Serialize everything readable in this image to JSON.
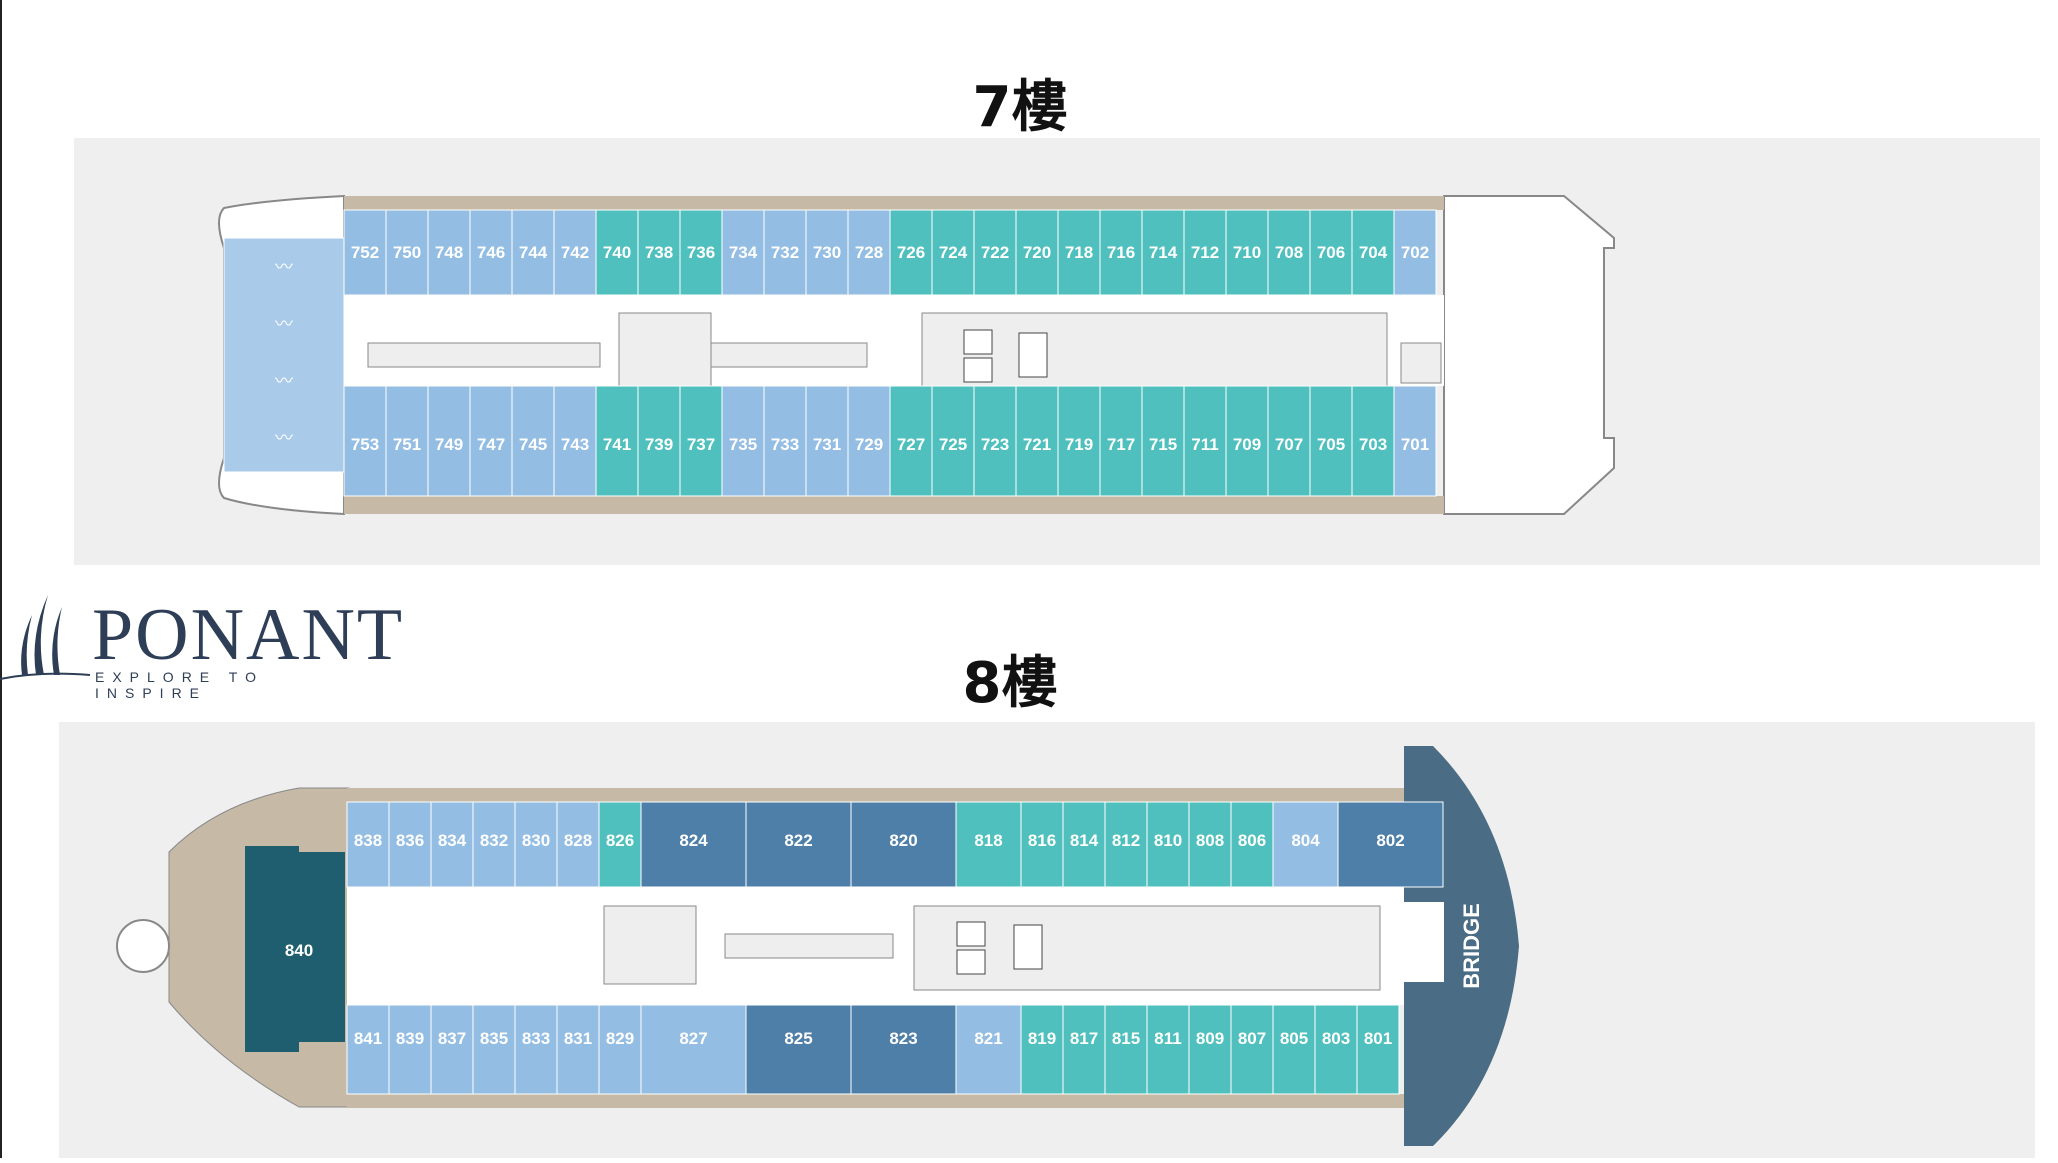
{
  "deck7": {
    "title": "7樓",
    "top_cabins": [
      "752",
      "750",
      "748",
      "746",
      "744",
      "742",
      "740",
      "738",
      "736",
      "734",
      "732",
      "730",
      "728",
      "726",
      "724",
      "722",
      "720",
      "718",
      "716",
      "714",
      "712",
      "710",
      "708",
      "706",
      "704",
      "702"
    ],
    "bottom_cabins": [
      "753",
      "751",
      "749",
      "747",
      "745",
      "743",
      "741",
      "739",
      "737",
      "735",
      "733",
      "731",
      "729",
      "727",
      "725",
      "723",
      "721",
      "719",
      "717",
      "715",
      "711",
      "709",
      "707",
      "705",
      "703",
      "701"
    ]
  },
  "deck8": {
    "title": "8樓",
    "top_cabins": [
      "838",
      "836",
      "834",
      "832",
      "830",
      "828",
      "826",
      "824",
      "822",
      "820",
      "818",
      "816",
      "814",
      "812",
      "810",
      "808",
      "806",
      "804",
      "802"
    ],
    "bottom_cabins": [
      "841",
      "839",
      "837",
      "835",
      "833",
      "831",
      "829",
      "827",
      "825",
      "823",
      "821",
      "819",
      "817",
      "815",
      "811",
      "809",
      "807",
      "805",
      "803",
      "801"
    ],
    "suite": "840",
    "bridge": "BRIDGE"
  },
  "logo": {
    "brand": "PONANT",
    "tagline": "EXPLORE TO INSPIRE"
  },
  "colors": {
    "light_blue": "#93bde3",
    "mid_blue": "#a9cbe9",
    "teal": "#4fc0bd",
    "dark_blue": "#4e7fa8",
    "dark_teal": "#1f5e6e",
    "bridge": "#4a6c84",
    "deck": "#c6b9a6",
    "panel": "#efefef"
  }
}
